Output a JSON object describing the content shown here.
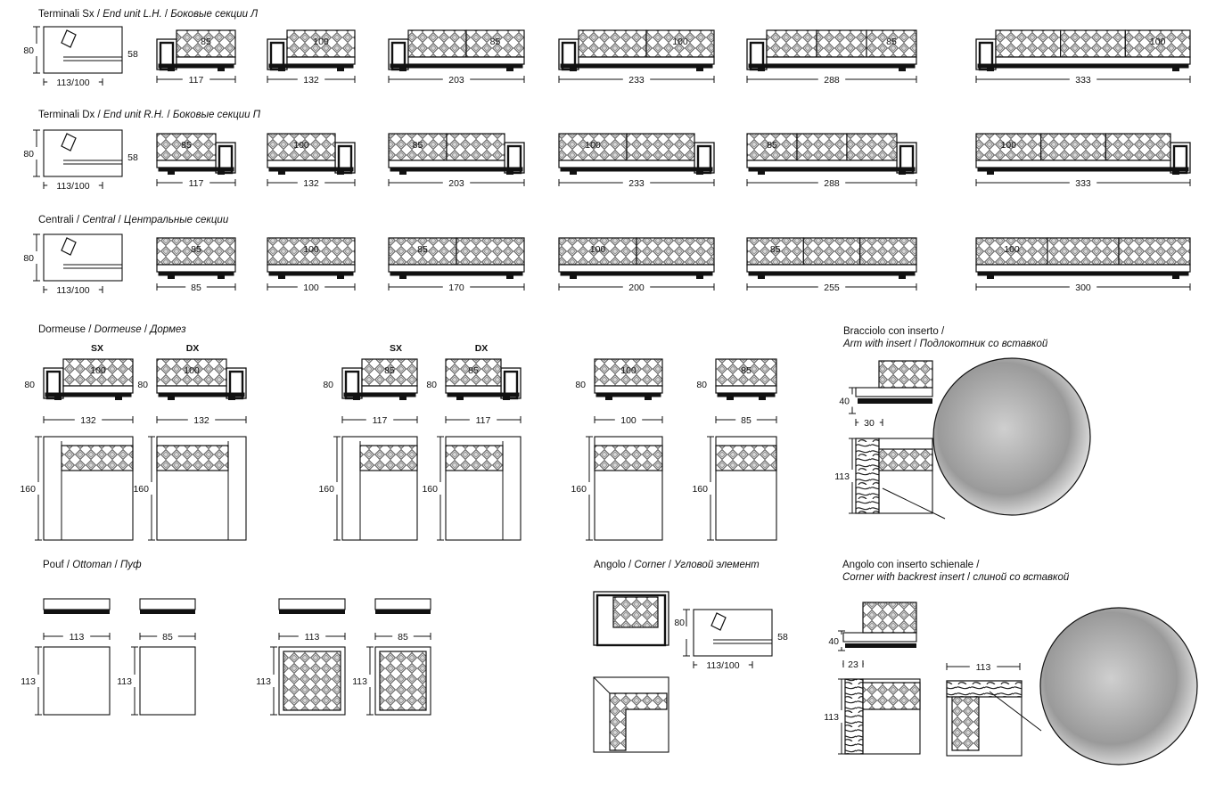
{
  "sections": {
    "end_left": {
      "it": "Terminali Sx",
      "en": "End unit L.H.",
      "ru": "Боковые секции Л"
    },
    "end_right": {
      "it": "Terminali Dx",
      "en": "End unit R.H.",
      "ru": "Боковые секции П"
    },
    "central": {
      "it": "Centrali",
      "en": "Central",
      "ru": "Центральные секции"
    },
    "dormeuse": {
      "it": "Dormeuse",
      "en": "Dormeuse",
      "ru": "Дормез"
    },
    "arm_insert": {
      "it": "Bracciolo con inserto",
      "en": "Arm with insert",
      "ru": "Подлокотник со вставкой"
    },
    "pouf": {
      "it": "Pouf",
      "en": "Ottoman",
      "ru": "Пуф"
    },
    "corner": {
      "it": "Angolo",
      "en": "Corner",
      "ru": "Угловой элемент"
    },
    "corner_backrest": {
      "it": "Angolo con inserto schienale",
      "en": "Corner with backrest insert",
      "ru": "слиной со вставкой"
    }
  },
  "side_profile": {
    "height": "80",
    "seat_height": "58",
    "depth": "113/100"
  },
  "end_left_widths": [
    "117",
    "132",
    "203",
    "233",
    "288",
    "333"
  ],
  "end_left_cushions": [
    [
      "85"
    ],
    [
      "100"
    ],
    [
      "",
      "85"
    ],
    [
      "",
      "100"
    ],
    [
      "",
      "",
      "85"
    ],
    [
      "",
      "",
      "100"
    ]
  ],
  "end_right_widths": [
    "117",
    "132",
    "203",
    "233",
    "288",
    "333"
  ],
  "end_right_cushions": [
    [
      "85"
    ],
    [
      "100"
    ],
    [
      "85",
      ""
    ],
    [
      "100",
      ""
    ],
    [
      "85",
      "",
      ""
    ],
    [
      "100",
      "",
      ""
    ]
  ],
  "central_widths": [
    "85",
    "100",
    "170",
    "200",
    "255",
    "300"
  ],
  "central_cushions": [
    [
      "85"
    ],
    [
      "100"
    ],
    [
      "85",
      ""
    ],
    [
      "100",
      ""
    ],
    [
      "85",
      "",
      ""
    ],
    [
      "100",
      "",
      ""
    ]
  ],
  "dormeuse": {
    "sx": "SX",
    "dx": "DX",
    "height": "80",
    "length": "160",
    "groups": [
      {
        "widths": [
          "132",
          "132"
        ],
        "cushions": [
          "100",
          "100"
        ]
      },
      {
        "widths": [
          "117",
          "117"
        ],
        "cushions": [
          "85",
          "85"
        ]
      },
      {
        "widths": [
          "100",
          "85"
        ],
        "cushions": [
          "100",
          "85"
        ]
      }
    ]
  },
  "arm_insert": {
    "height": "40",
    "width": "30",
    "depth": "113"
  },
  "pouf": {
    "widths": [
      "113",
      "85",
      "113",
      "85"
    ],
    "depth": "113"
  },
  "corner": {
    "height": "80",
    "seat_height": "58",
    "depth": "113/100"
  },
  "corner_backrest": {
    "height": "40",
    "width": "23",
    "side": "113",
    "depth": "113"
  }
}
